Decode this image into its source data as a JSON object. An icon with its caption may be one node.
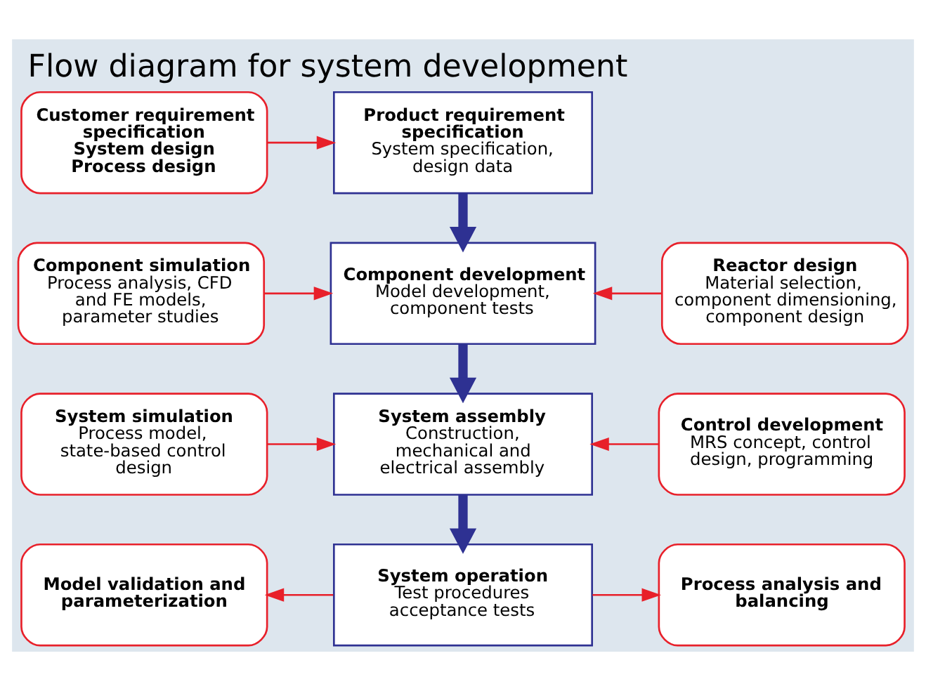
{
  "diagram": {
    "title": "Flow diagram for system development",
    "nodes": [
      {
        "text": [
          "Customer requirement specification",
          "System design",
          "Process design"
        ]
      },
      {
        "text": [
          "Product requirement specification",
          "System specification, design data"
        ]
      },
      {
        "text": [
          "Component simulation",
          "Process analysis, CFD and FE models, parameter studies"
        ]
      },
      {
        "text": [
          "Component development",
          "Model development, component tests"
        ]
      },
      {
        "text": [
          "Reactor design",
          "Material selection, component dimensioning, component design"
        ]
      },
      {
        "text": [
          "System simulation",
          "Process model, state-based control design"
        ]
      },
      {
        "text": [
          "System assembly",
          "Construction, mechanical and electrical assembly"
        ]
      },
      {
        "text": [
          "Control development",
          "MRS concept, control design, programming"
        ]
      },
      {
        "text": [
          "Model validation and parameterization"
        ]
      },
      {
        "text": [
          "System operation",
          "Test procedures acceptance tests"
        ]
      },
      {
        "text": [
          "Process analysis and balancing"
        ]
      }
    ],
    "edges": [
      {
        "from": 0,
        "to": 1,
        "arrow": "to"
      },
      {
        "from": 1,
        "to": 3,
        "arrow": "to",
        "style": "thick",
        "color": "#2e3192"
      },
      {
        "from": 2,
        "to": 3,
        "arrow": "to"
      },
      {
        "from": 4,
        "to": 3,
        "arrow": "to"
      },
      {
        "from": 3,
        "to": 6,
        "arrow": "to",
        "style": "thick",
        "color": "#2e3192"
      },
      {
        "from": 5,
        "to": 6,
        "arrow": "to"
      },
      {
        "from": 7,
        "to": 6,
        "arrow": "to"
      },
      {
        "from": 6,
        "to": 9,
        "arrow": "to",
        "style": "thick",
        "color": "#2e3192"
      },
      {
        "from": 9,
        "to": 8,
        "arrow": "to"
      },
      {
        "from": 9,
        "to": 10,
        "arrow": "to"
      }
    ]
  }
}
